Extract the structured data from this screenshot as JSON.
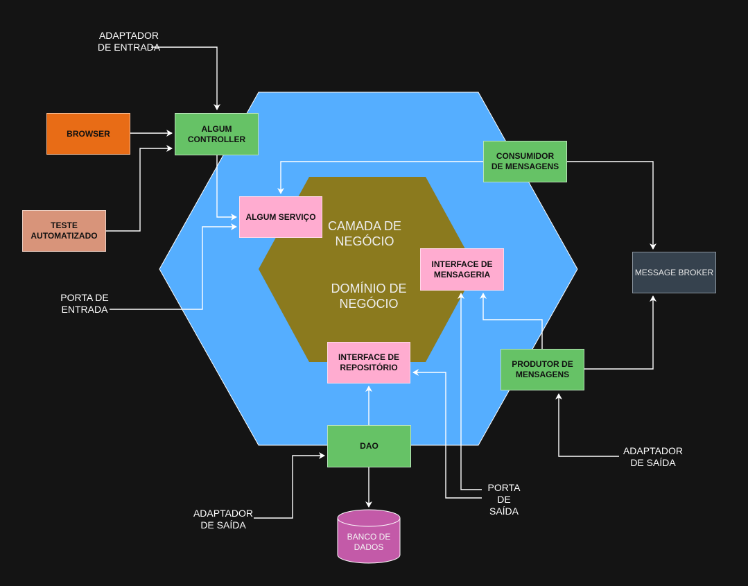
{
  "layers": {
    "outer": "CAMADA DE NEGÓCIO",
    "inner": "DOMÍNIO DE NEGÓCIO"
  },
  "boxes": {
    "browser": "BROWSER",
    "teste": "TESTE AUTOMATIZADO",
    "controller": "ALGUM CONTROLLER",
    "servico": "ALGUM SERVIÇO",
    "consumidor": "CONSUMIDOR DE MENSAGENS",
    "interface_mensageria": "INTERFACE DE MENSAGERIA",
    "interface_repositorio": "INTERFACE DE REPOSITÓRIO",
    "produtor": "PRODUTOR DE MENSAGENS",
    "dao": "DAO",
    "message_broker": "MESSAGE BROKER",
    "banco": "BANCO DE DADOS"
  },
  "labels": {
    "adaptador_entrada": "ADAPTADOR DE ENTRADA",
    "porta_entrada": "PORTA DE ENTRADA",
    "adaptador_saida_left": "ADAPTADOR DE SAÍDA",
    "porta_saida": "PORTA DE SAÍDA",
    "adaptador_saida_right": "ADAPTADOR DE SAÍDA"
  },
  "colors": {
    "background": "#141414",
    "outer_hexagon": "#55aeff",
    "inner_hexagon": "#8b7a1e",
    "adapter_box": "#66c266",
    "port_box": "#ffacd0",
    "browser_box": "#e86c16",
    "test_box": "#d8947a",
    "broker_box": "#36424e",
    "database": "#c35aa8",
    "connector": "#ffffff"
  }
}
